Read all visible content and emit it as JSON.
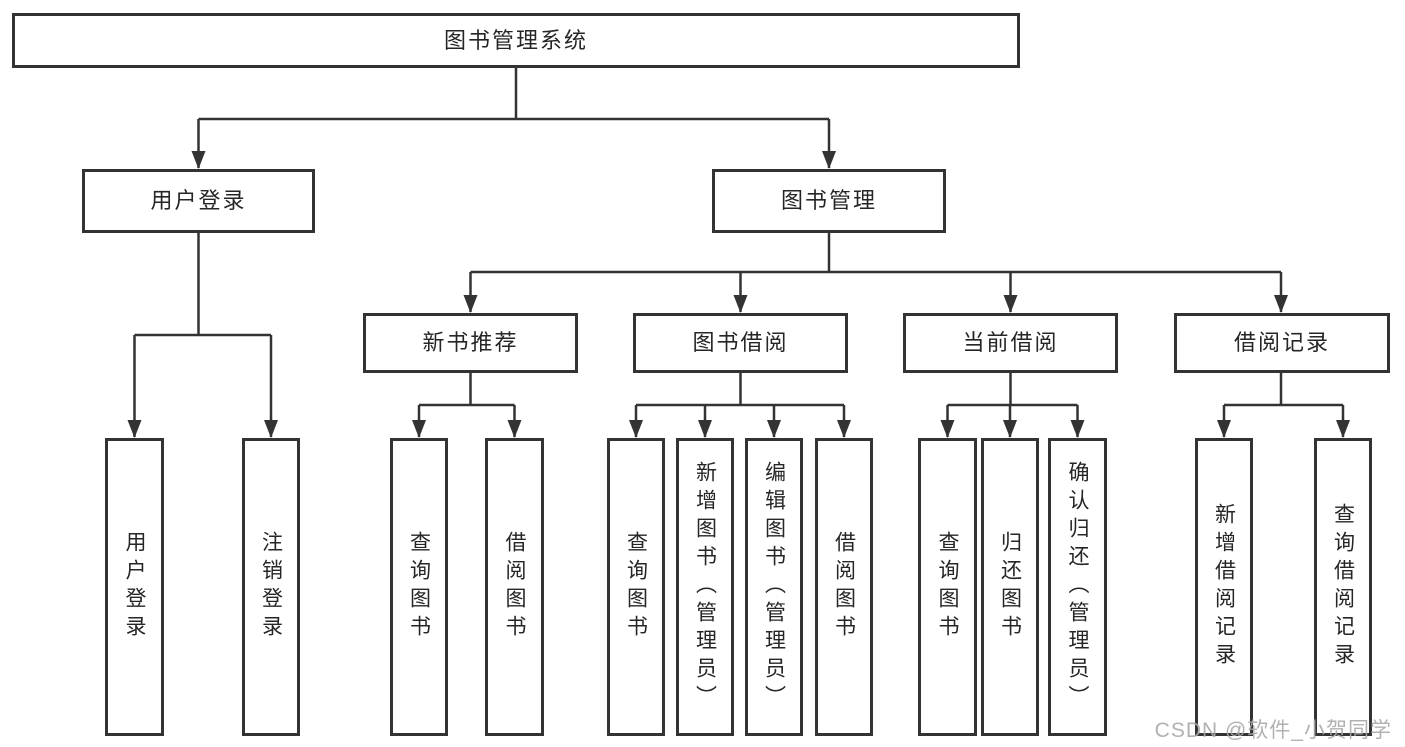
{
  "diagram": {
    "type": "hierarchy-structure-chart",
    "nodes": {
      "root": "图书管理系统",
      "user_login": "用户登录",
      "book_mgmt": "图书管理",
      "new_book_rec": "新书推荐",
      "book_borrow": "图书借阅",
      "current_borrow": "当前借阅",
      "borrow_records": "借阅记录",
      "ul_login": "用户登录",
      "ul_logout": "注销登录",
      "nbr_query": "查询图书",
      "nbr_borrow": "借阅图书",
      "bb_query": "查询图书",
      "bb_add": "新增图书（管理员）",
      "bb_edit": "编辑图书（管理员）",
      "bb_borrow": "借阅图书",
      "cb_query": "查询图书",
      "cb_return": "归还图书",
      "cb_confirm": "确认归还（管理员）",
      "br_add": "新增借阅记录",
      "br_query": "查询借阅记录"
    },
    "hierarchy": {
      "图书管理系统": {
        "用户登录": [
          "用户登录",
          "注销登录"
        ],
        "图书管理": {
          "新书推荐": [
            "查询图书",
            "借阅图书"
          ],
          "图书借阅": [
            "查询图书",
            "新增图书（管理员）",
            "编辑图书（管理员）",
            "借阅图书"
          ],
          "当前借阅": [
            "查询图书",
            "归还图书",
            "确认归还（管理员）"
          ],
          "借阅记录": [
            "新增借阅记录",
            "查询借阅记录"
          ]
        }
      }
    }
  },
  "watermark": {
    "text": "CSDN @软件_小贺同学"
  },
  "colors": {
    "line": "#333333",
    "border": "#333333",
    "text": "#262626",
    "background": "#ffffff",
    "watermark": "#a8a8a8"
  }
}
